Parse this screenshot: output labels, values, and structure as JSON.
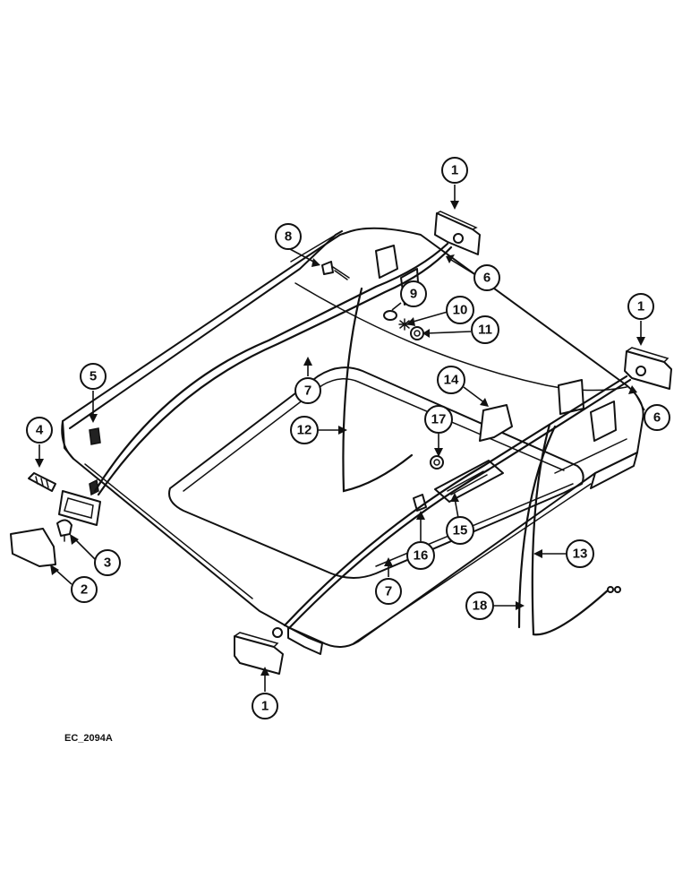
{
  "figure": {
    "reference_code": "EC_2094A"
  },
  "callouts": [
    {
      "id": "c1-top",
      "label": "1"
    },
    {
      "id": "c1-right",
      "label": "1"
    },
    {
      "id": "c1-bottom",
      "label": "1"
    },
    {
      "id": "c2",
      "label": "2"
    },
    {
      "id": "c3",
      "label": "3"
    },
    {
      "id": "c4",
      "label": "4"
    },
    {
      "id": "c5",
      "label": "5"
    },
    {
      "id": "c6-top",
      "label": "6"
    },
    {
      "id": "c6-right",
      "label": "6"
    },
    {
      "id": "c7-upper",
      "label": "7"
    },
    {
      "id": "c7-lower",
      "label": "7"
    },
    {
      "id": "c8",
      "label": "8"
    },
    {
      "id": "c9",
      "label": "9"
    },
    {
      "id": "c10",
      "label": "10"
    },
    {
      "id": "c11",
      "label": "11"
    },
    {
      "id": "c12",
      "label": "12"
    },
    {
      "id": "c13",
      "label": "13"
    },
    {
      "id": "c14",
      "label": "14"
    },
    {
      "id": "c15",
      "label": "15"
    },
    {
      "id": "c16",
      "label": "16"
    },
    {
      "id": "c17",
      "label": "17"
    },
    {
      "id": "c18",
      "label": "18"
    }
  ]
}
